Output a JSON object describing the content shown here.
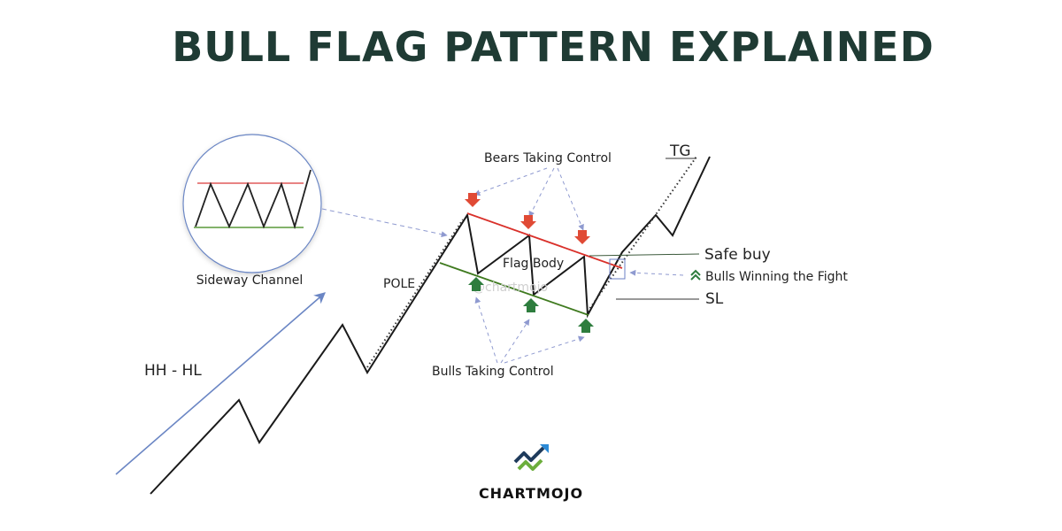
{
  "title": "BULL FLAG PATTERN EXPLAINED",
  "labels": {
    "sideway_channel": "Sideway Channel",
    "bears_taking_control": "Bears Taking Control",
    "bulls_taking_control": "Bulls Taking Control",
    "flag_body": "Flag Body",
    "pole": "POLE",
    "hh_hl": "HH - HL",
    "tg": "TG",
    "safe_buy": "Safe buy",
    "bulls_winning": "Bulls Winning the Fight",
    "sl": "SL",
    "watermark": "@chartmojo"
  },
  "brand": {
    "name": "CHARTMOJO",
    "logo_icon": "chart-trend-logo-icon"
  },
  "colors": {
    "title": "#1f3b34",
    "resistance_line": "#d9302a",
    "support_line": "#3f7a1f",
    "bear_arrow": "#e04a35",
    "bull_arrow": "#2e7d3e",
    "trend_arrow": "#6b86c4",
    "dashed_arrow": "#8f9ad0"
  },
  "icons": {
    "bear": "down-arrow-icon",
    "bull": "up-arrow-icon",
    "double_chevron": "double-chevron-up-icon"
  }
}
